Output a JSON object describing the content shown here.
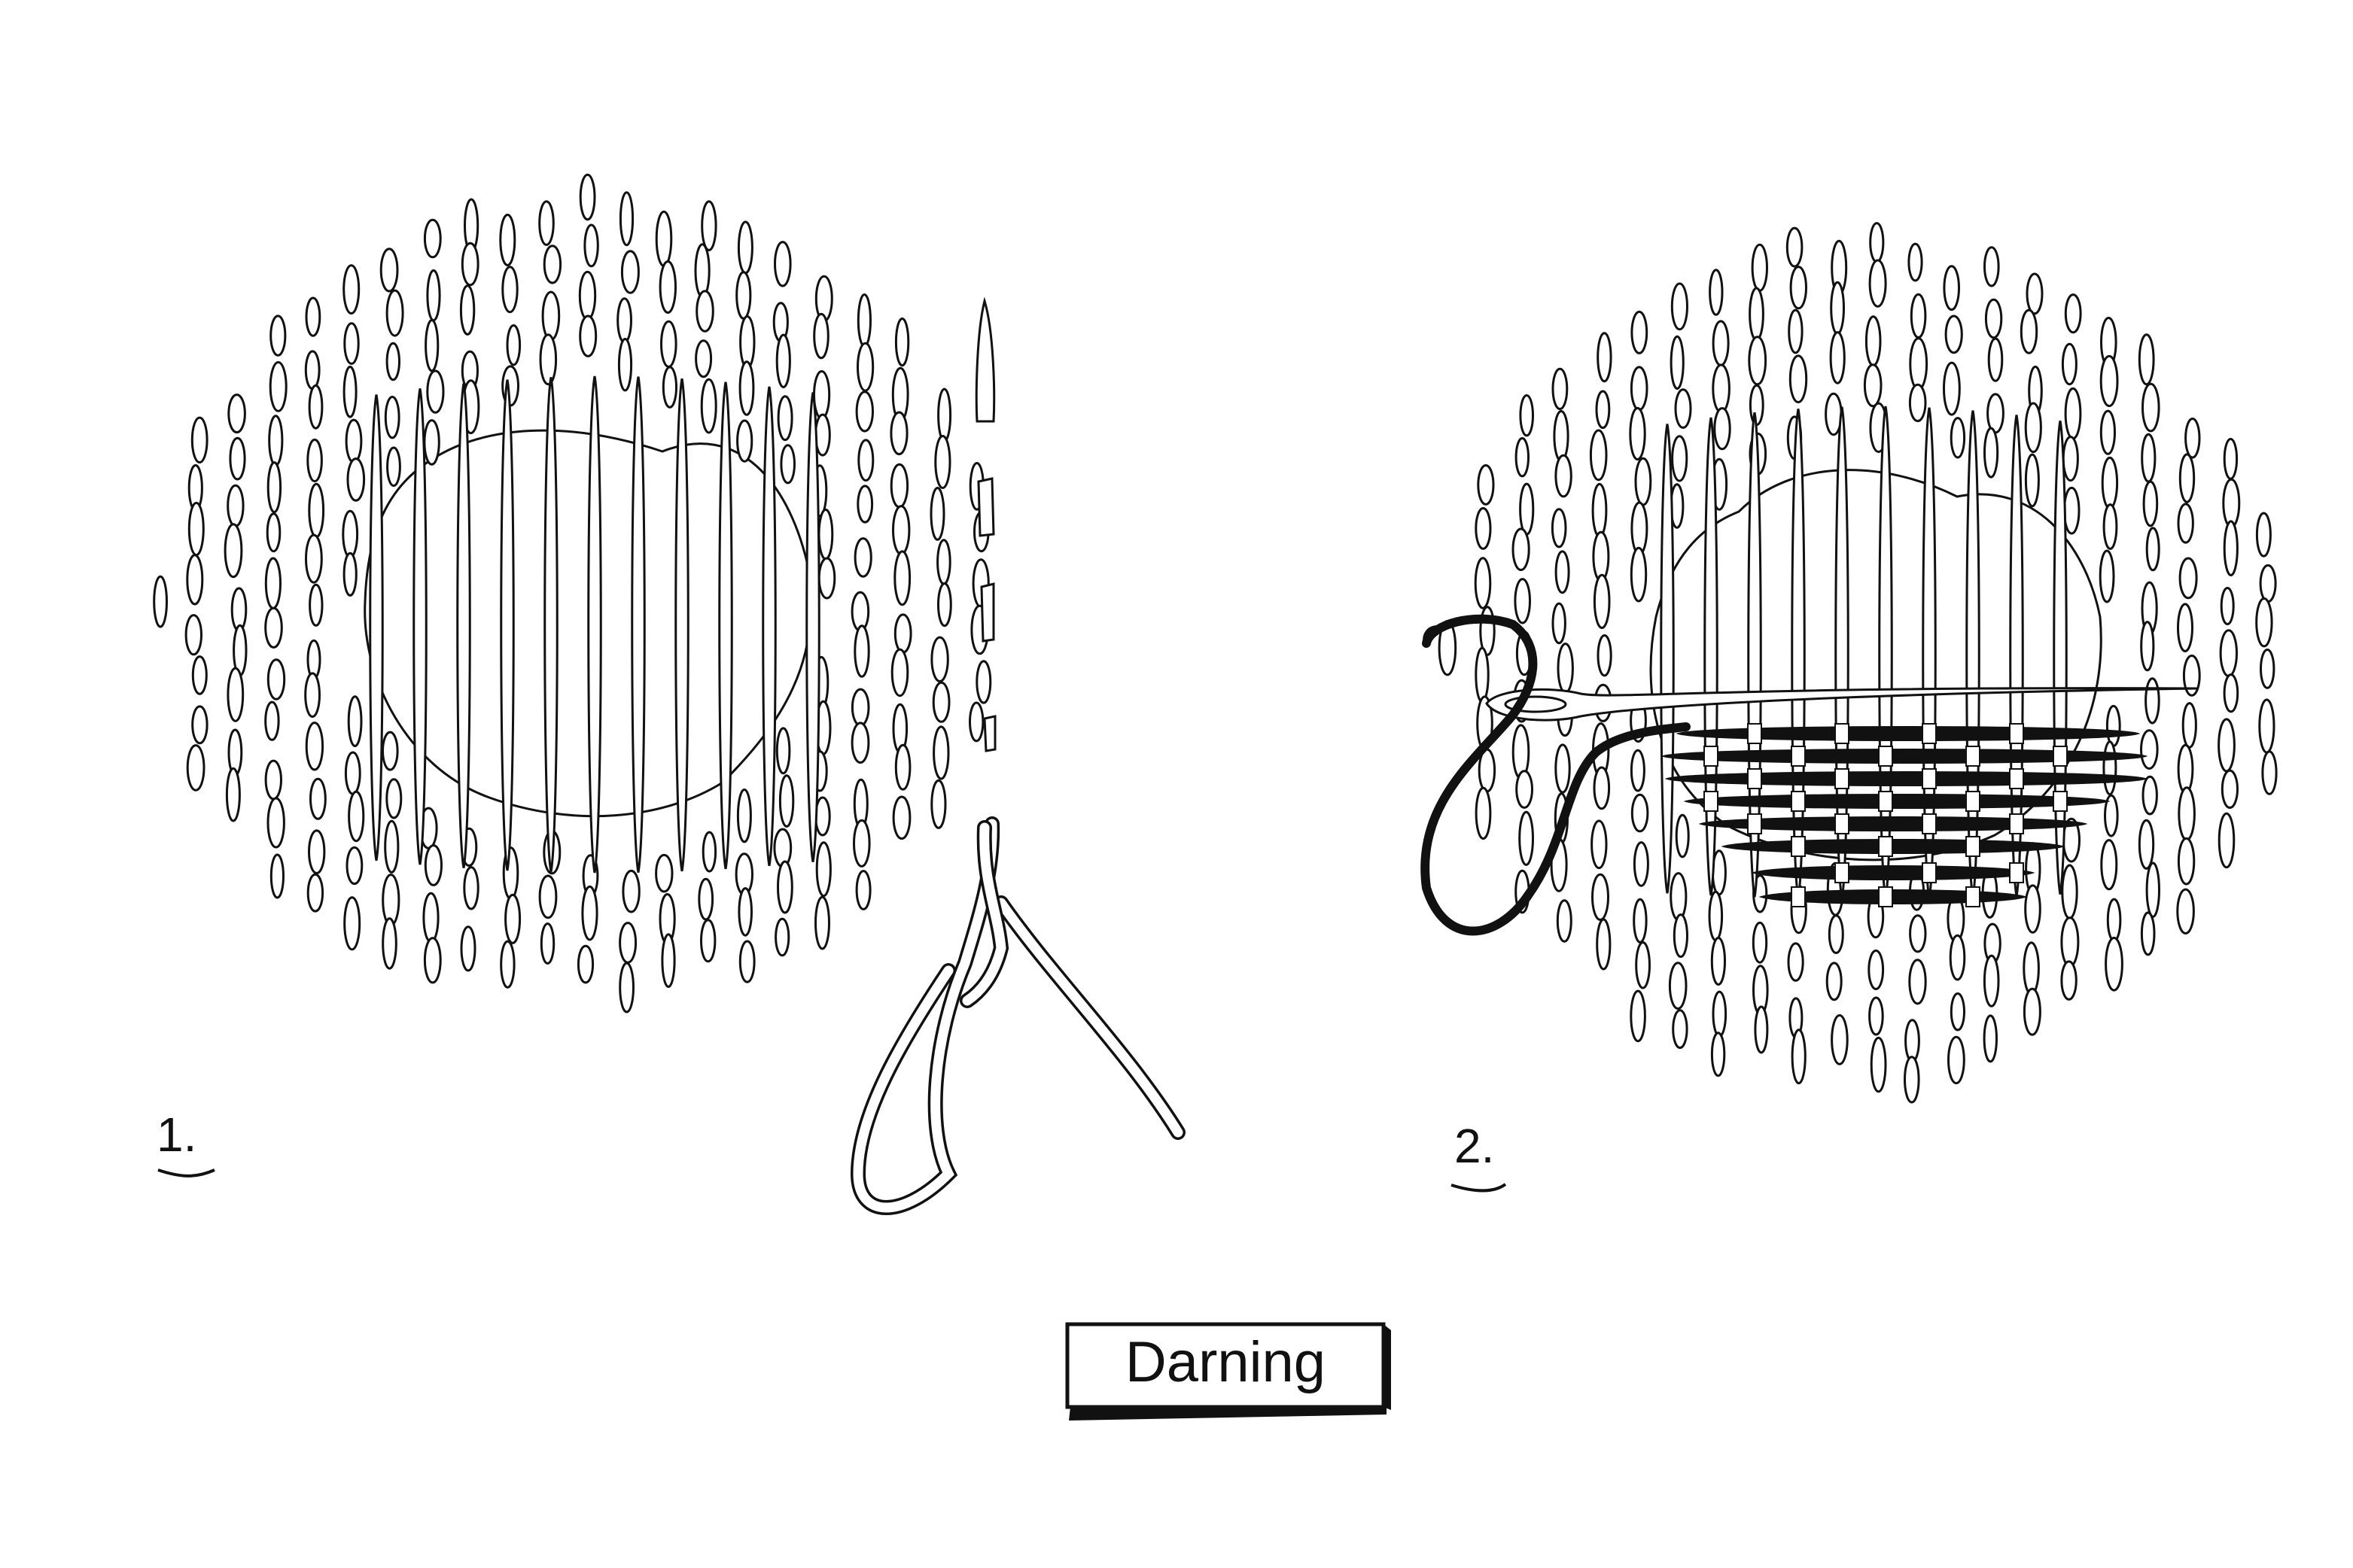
{
  "figure": {
    "title": "Darning",
    "steps": [
      {
        "label": "1."
      },
      {
        "label": "2."
      }
    ]
  },
  "colors": {
    "ink": "#111111",
    "paper": "#ffffff"
  }
}
